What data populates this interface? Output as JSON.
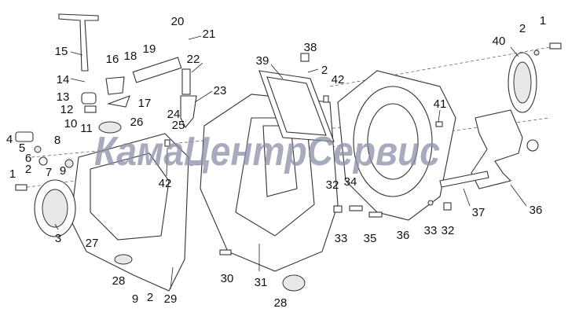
{
  "watermark": "КамаЦентрСервис",
  "labels": [
    "20",
    "21",
    "15",
    "16",
    "18",
    "19",
    "22",
    "14",
    "13",
    "12",
    "17",
    "23",
    "24",
    "25",
    "26",
    "10",
    "11",
    "4",
    "5",
    "8",
    "6",
    "9",
    "42",
    "1",
    "2",
    "7",
    "3",
    "27",
    "28",
    "9",
    "2",
    "29",
    "30",
    "31",
    "28",
    "39",
    "38",
    "2",
    "42",
    "32",
    "34",
    "33",
    "35",
    "36",
    "41",
    "40",
    "2",
    "1",
    "37",
    "36",
    "33",
    "32"
  ]
}
